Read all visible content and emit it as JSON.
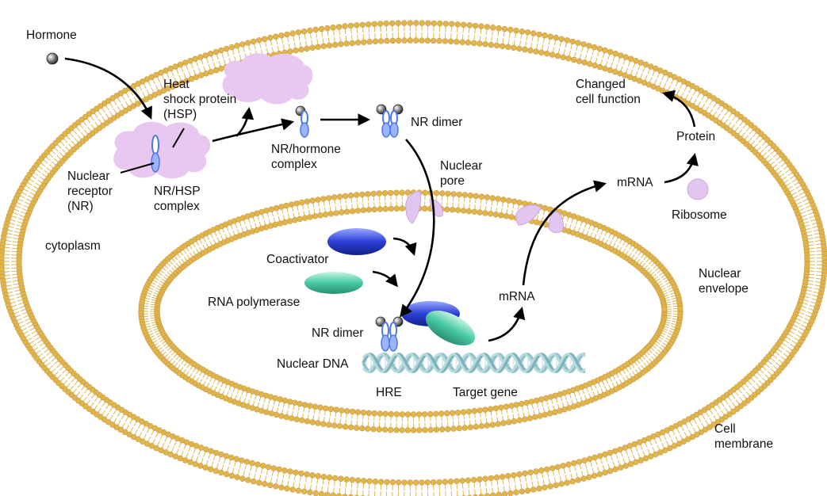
{
  "labels": {
    "hormone": "Hormone",
    "heat_shock_protein": "Heat\nshock protein\n(HSP)",
    "nuclear_receptor": "Nuclear\nreceptor\n(NR)",
    "nr_hsp_complex": "NR/HSP\ncomplex",
    "nr_hormone_complex": "NR/hormone\ncomplex",
    "nr_dimer_top": "NR dimer",
    "nuclear_pore": "Nuclear\npore",
    "cytoplasm": "cytoplasm",
    "coactivator": "Coactivator",
    "rna_polymerase": "RNA polymerase",
    "nr_dimer_dna": "NR dimer",
    "nuclear_dna": "Nuclear DNA",
    "hre": "HRE",
    "target_gene": "Target gene",
    "mrna_nucleus": "mRNA",
    "mrna_cytoplasm": "mRNA",
    "protein": "Protein",
    "changed_cell_function": "Changed\ncell function",
    "ribosome": "Ribosome",
    "nuclear_envelope": "Nuclear\nenvelope",
    "cell_membrane": "Cell\nmembrane"
  },
  "colors": {
    "membrane": "#e0b54f",
    "hsp_cloud": "#e8c8f0",
    "receptor": "#4e78e8",
    "coactivator": "#2b3fd6",
    "rna_polymerase": "#47c9a3",
    "dna": "#9fcbd2",
    "hormone": "#555555",
    "ribosome": "#e2c6ef",
    "arrow": "#000000"
  }
}
